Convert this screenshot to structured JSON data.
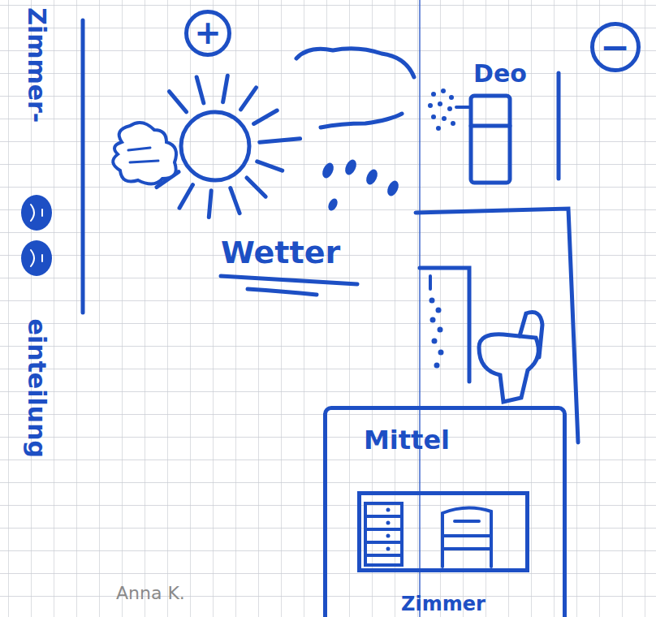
{
  "diagram": {
    "nodes": [
      {
        "text": [
          "+"
        ]
      },
      {
        "text": [
          "−"
        ]
      },
      {
        "text": [
          "Mittel"
        ]
      },
      {
        "text": [
          "Zimmer"
        ],
        "in": 2
      }
    ],
    "labels": [
      "Zimmer-",
      "einteilung",
      "Wetter",
      "Deo",
      "Anna K."
    ]
  }
}
